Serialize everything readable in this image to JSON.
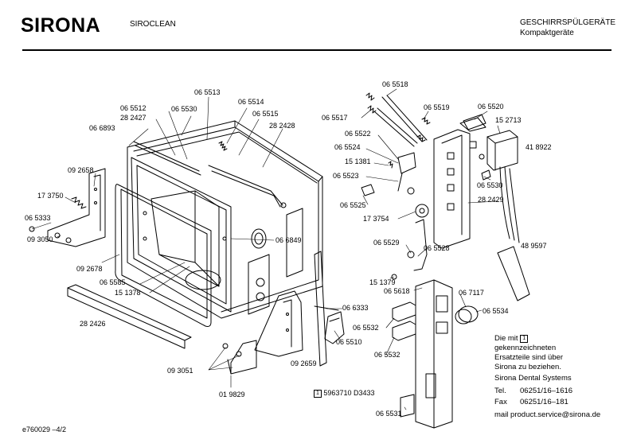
{
  "header": {
    "brand": "SIRONA",
    "model": "SIROCLEAN",
    "category": "GESCHIRRSPÜLGERÄTE",
    "subcategory": "Kompaktgeräte"
  },
  "footer": {
    "document_id": "e760029   –4/2"
  },
  "callouts": [
    {
      "id": "p-065513",
      "text": "06 5513"
    },
    {
      "id": "p-065512",
      "text": "06 5512"
    },
    {
      "id": "p-282427",
      "text": "28 2427"
    },
    {
      "id": "p-066893",
      "text": "06 6893"
    },
    {
      "id": "p-065530a",
      "text": "06 5530"
    },
    {
      "id": "p-065514",
      "text": "06 5514"
    },
    {
      "id": "p-065515",
      "text": "06 5515"
    },
    {
      "id": "p-282428",
      "text": "28 2428"
    },
    {
      "id": "p-092658",
      "text": "09 2658"
    },
    {
      "id": "p-173750",
      "text": "17 3750"
    },
    {
      "id": "p-065333",
      "text": "06 5333"
    },
    {
      "id": "p-093050",
      "text": "09 3050"
    },
    {
      "id": "p-092678",
      "text": "09 2678"
    },
    {
      "id": "p-065585",
      "text": "06 5585"
    },
    {
      "id": "p-151378",
      "text": "15 1378"
    },
    {
      "id": "p-066849",
      "text": "06 6849"
    },
    {
      "id": "p-282426",
      "text": "28 2426"
    },
    {
      "id": "p-093051",
      "text": "09 3051"
    },
    {
      "id": "p-019829",
      "text": "01 9829"
    },
    {
      "id": "p-092659",
      "text": "09 2659"
    },
    {
      "id": "p-066333",
      "text": "06 6333"
    },
    {
      "id": "p-065510",
      "text": "06 5510"
    },
    {
      "id": "p-065518",
      "text": "06 5518"
    },
    {
      "id": "p-065517",
      "text": "06 5517"
    },
    {
      "id": "p-065519",
      "text": "06 5519"
    },
    {
      "id": "p-065520",
      "text": "06 5520"
    },
    {
      "id": "p-152713",
      "text": "15 2713"
    },
    {
      "id": "p-418922",
      "text": "41 8922"
    },
    {
      "id": "p-065522",
      "text": "06 5522"
    },
    {
      "id": "p-065524",
      "text": "06 5524"
    },
    {
      "id": "p-151381",
      "text": "15 1381"
    },
    {
      "id": "p-065523",
      "text": "06 5523"
    },
    {
      "id": "p-065530b",
      "text": "06 5530"
    },
    {
      "id": "p-282429",
      "text": "28 2429"
    },
    {
      "id": "p-065525",
      "text": "06 5525"
    },
    {
      "id": "p-173754",
      "text": "17 3754"
    },
    {
      "id": "p-489597",
      "text": "48 9597"
    },
    {
      "id": "p-065529",
      "text": "06 5529"
    },
    {
      "id": "p-065528",
      "text": "06 5528"
    },
    {
      "id": "p-151379",
      "text": "15 1379"
    },
    {
      "id": "p-065618",
      "text": "06 5618"
    },
    {
      "id": "p-067117",
      "text": "06 7117"
    },
    {
      "id": "p-065534",
      "text": "06 5534"
    },
    {
      "id": "p-065532a",
      "text": "06 5532"
    },
    {
      "id": "p-065532b",
      "text": "06 5532"
    },
    {
      "id": "p-doc-ref",
      "text": "5963710 D3433"
    },
    {
      "id": "p-065531",
      "text": "06 5531"
    }
  ],
  "marker_symbol": "1",
  "notes": {
    "line1_prefix": "Die mit",
    "line2": "gekennzeichneten",
    "line3": "Ersatzteile sind über",
    "line4": "Sirona zu beziehen.",
    "company": "Sirona Dental Systems",
    "tel_label": "Tel.",
    "tel_value": "06251/16–1616",
    "fax_label": "Fax",
    "fax_value": "06251/16–181",
    "mail": "mail product.service@sirona.de"
  }
}
